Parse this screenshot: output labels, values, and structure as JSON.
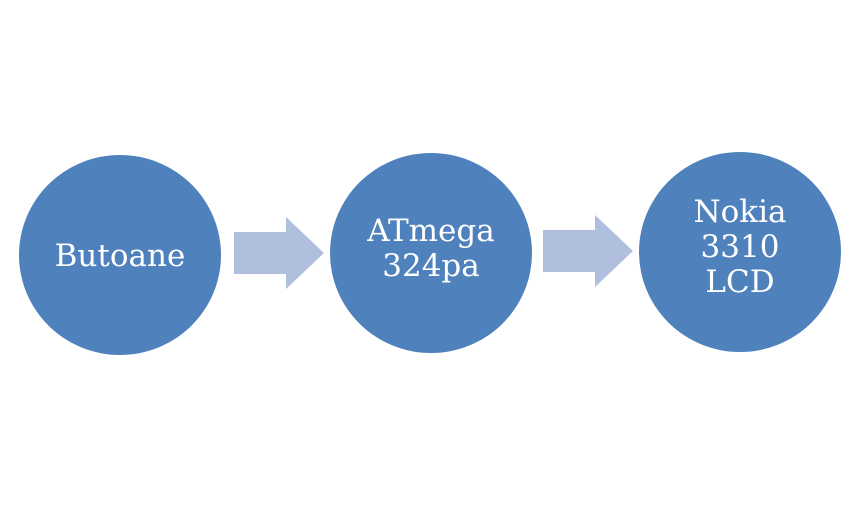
{
  "diagram": {
    "colors": {
      "node_fill": "#4f81bd",
      "node_text": "#ffffff",
      "arrow_fill": "#b0bfde"
    },
    "nodes": [
      {
        "label": "Butoane"
      },
      {
        "label": "ATmega\n324pa"
      },
      {
        "label": "Nokia\n3310\nLCD"
      }
    ],
    "connectors": [
      {
        "from": "Butoane",
        "to": "ATmega 324pa",
        "icon": "arrow-right-icon"
      },
      {
        "from": "ATmega 324pa",
        "to": "Nokia 3310 LCD",
        "icon": "arrow-right-icon"
      }
    ]
  }
}
